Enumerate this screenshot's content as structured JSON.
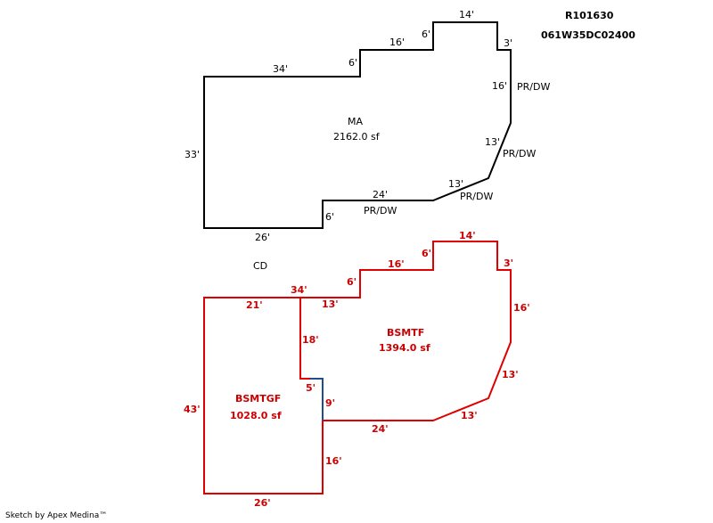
{
  "header": {
    "parcel_id": "R101630",
    "map_id": "061W35DC02400"
  },
  "colors": {
    "main_outline": "#000000",
    "basement_outline": "#e00000",
    "basement_label": "#cc0000",
    "divider": "#1f4e8c"
  },
  "main_area": {
    "name": "MA",
    "area": "2162.0 sf",
    "dims": {
      "top": "14'",
      "top_right": "3'",
      "step1": "6'",
      "upper_mid": "16'",
      "step2": "6'",
      "left_top": "34'",
      "right_side": "16'",
      "diag_upper": "13'",
      "diag_lower": "13'",
      "bottom_right": "24'",
      "step_low": "6'",
      "left": "33'",
      "bottom": "26'"
    },
    "notes": {
      "pr_dw_right": "PR/DW",
      "pr_dw_diag_upper": "PR/DW",
      "pr_dw_diag_lower": "PR/DW",
      "pr_dw_bottom": "PR/DW"
    }
  },
  "cd_label": "CD",
  "basement_finished": {
    "name": "BSMTF",
    "area": "1394.0 sf",
    "dims": {
      "top": "14'",
      "top_right": "3'",
      "step1": "6'",
      "upper_mid": "16'",
      "step2": "6'",
      "top_left": "34'",
      "inner_top": "13'",
      "right_side": "16'",
      "diag_upper": "13'",
      "diag_lower": "13'",
      "bottom": "24'",
      "inner_left": "18'",
      "notch": "5'",
      "inner_right": "9'"
    }
  },
  "basement_garage": {
    "name": "BSMTGF",
    "area": "1028.0 sf",
    "dims": {
      "top": "21'",
      "left": "43'",
      "right": "16'",
      "bottom": "26'"
    }
  },
  "footer": "Sketch by Apex Medina™"
}
